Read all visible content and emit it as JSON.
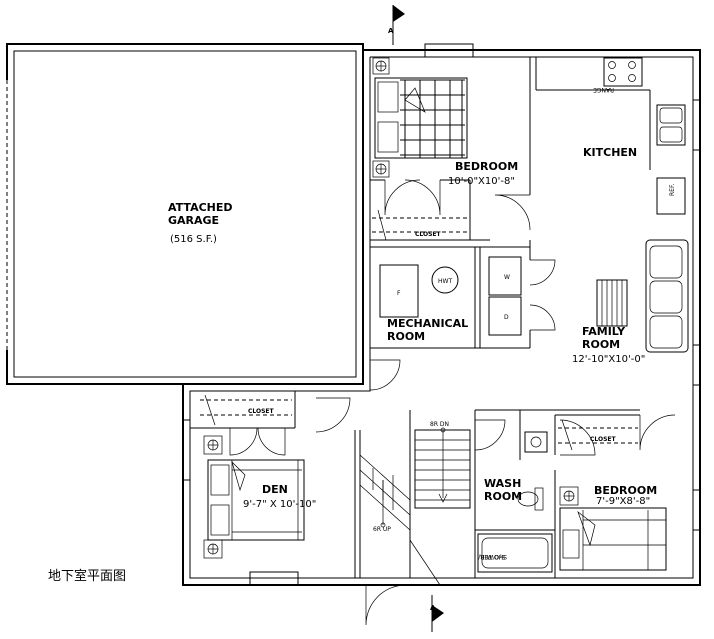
{
  "caption": "地下室平面图",
  "section_marker": "A",
  "rooms": {
    "garage": {
      "name_line1": "ATTACHED",
      "name_line2": "GARAGE",
      "area": "(516 S.F.)"
    },
    "bedroom1": {
      "name": "BEDROOM",
      "size": "10'-0\"X10'-8\""
    },
    "kitchen": {
      "name": "KITCHEN"
    },
    "mechanical": {
      "name_line1": "MECHANICAL",
      "name_line2": "ROOM"
    },
    "family": {
      "name_line1": "FAMILY",
      "name_line2": "ROOM",
      "size": "12'-10\"X10'-0\""
    },
    "den": {
      "name": "DEN",
      "size": "9'-7\" X 10'-10\""
    },
    "wash": {
      "name_line1": "WASH",
      "name_line2": "ROOM"
    },
    "bedroom2": {
      "name": "BEDROOM",
      "size": "7'-9\"X8'-8\""
    }
  },
  "fixtures": {
    "closet": "CLOSET",
    "range": "RANGE",
    "ref": "REF.",
    "furnace": "F",
    "water_heater": "HWT",
    "washer": "W",
    "dryer": "D",
    "shower_line1": "SHOWER",
    "shower_line2": "S/O TUB/",
    "stair_down": "8R DN",
    "stair_up": "6R UP"
  }
}
